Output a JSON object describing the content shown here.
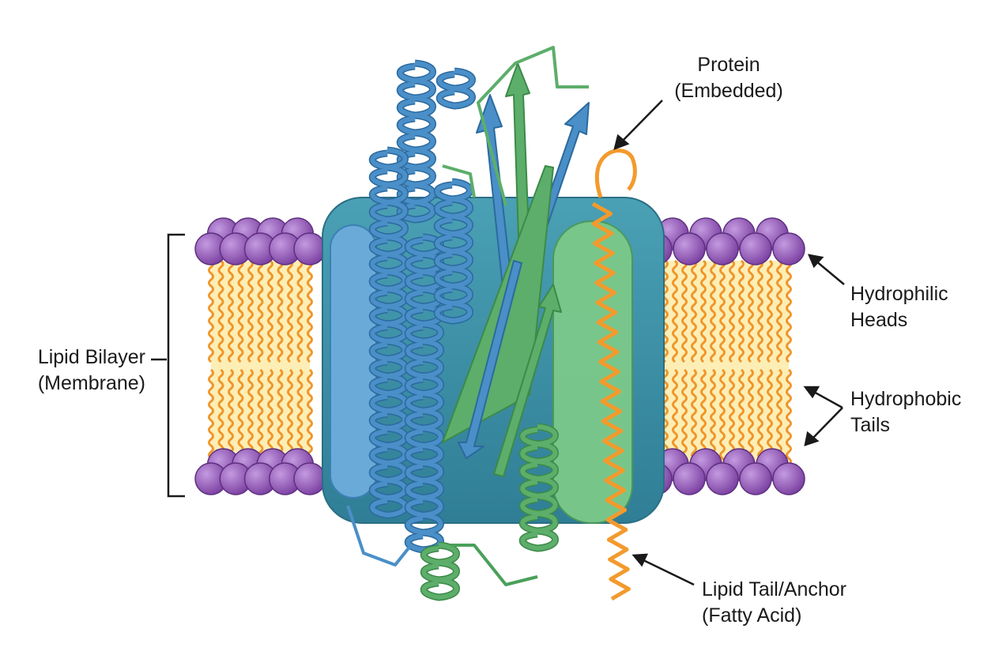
{
  "labels": {
    "protein": [
      "Protein",
      "(Embedded)"
    ],
    "heads": [
      "Hydrophilic",
      "Heads"
    ],
    "tails": [
      "Hydrophobic",
      "Tails"
    ],
    "anchor": [
      "Lipid Tail/Anchor",
      "(Fatty Acid)"
    ],
    "bilayer": [
      "Lipid Bilayer",
      "(Membrane)"
    ]
  },
  "colors": {
    "head": "#8a55b0",
    "tail": "#f0962a",
    "tail_fill": "#fde9a8",
    "protein_body": "#3d8ea3",
    "blue_helix": "#4a8fc8",
    "green_helix": "#5cae6a",
    "anchor": "#f39a2c"
  }
}
